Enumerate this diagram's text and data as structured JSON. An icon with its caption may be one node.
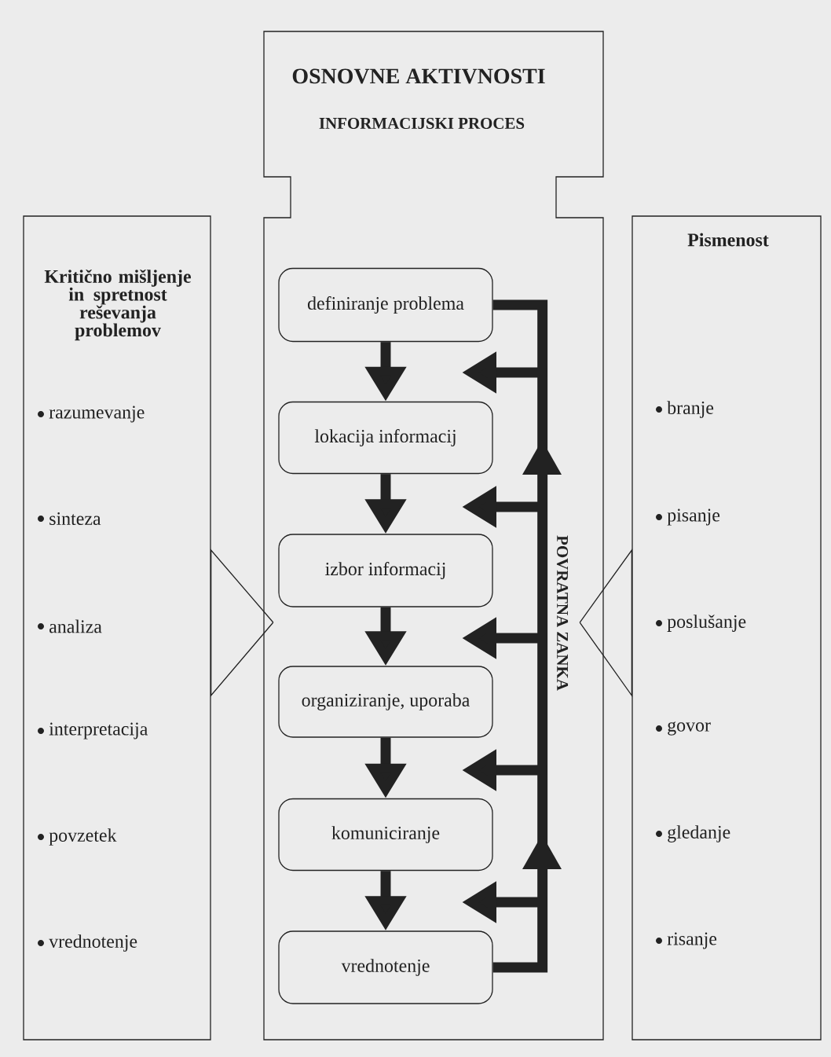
{
  "diagram": {
    "nodes": [
      {
        "text": [
          "Kritično mišljenje in spretnost reševanja problemov",
          "razumevanje",
          "sinteza",
          "analiza",
          "interpretacija",
          "povzetek",
          "vrednotenje"
        ]
      },
      {
        "text": [
          "OSNOVNE AKTIVNOSTI",
          "INFORMACIJSKI PROCES"
        ]
      },
      {
        "text": [
          "Pismenost",
          "branje",
          "pisanje",
          "poslušanje",
          "govor",
          "gledanje",
          "risanje"
        ]
      },
      {
        "text": [
          "definiranje problema"
        ],
        "in": 1
      },
      {
        "text": [
          "lokacija informacij"
        ],
        "in": 1
      },
      {
        "text": [
          "izbor informacij"
        ],
        "in": 1
      },
      {
        "text": [
          "organiziranje, uporaba"
        ],
        "in": 1
      },
      {
        "text": [
          "komuniciranje"
        ],
        "in": 1
      },
      {
        "text": [
          "vrednotenje"
        ],
        "in": 1
      }
    ],
    "edges": [
      {
        "from": 0,
        "to": 1,
        "arrow": "to"
      },
      {
        "from": 2,
        "to": 1,
        "arrow": "to"
      },
      {
        "from": 3,
        "to": 4,
        "arrow": "to"
      },
      {
        "from": 4,
        "to": 5,
        "arrow": "to"
      },
      {
        "from": 5,
        "to": 6,
        "arrow": "to"
      },
      {
        "from": 6,
        "to": 7,
        "arrow": "to"
      },
      {
        "from": 7,
        "to": 8,
        "arrow": "to"
      },
      {
        "from": 8,
        "to": 3,
        "arrow": "to",
        "label": "POVRATNA ZANKA"
      }
    ]
  }
}
